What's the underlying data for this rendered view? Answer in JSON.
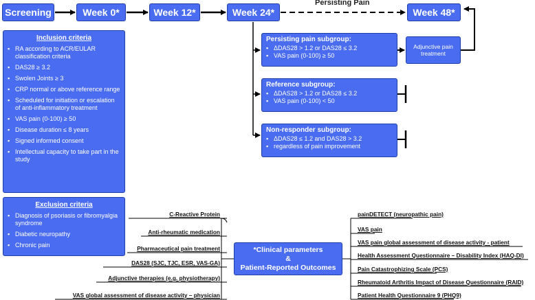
{
  "timeline": {
    "screening": "Screening",
    "week0": "Week 0*",
    "week12": "Week 12*",
    "week24": "Week 24*",
    "week48": "Week 48*",
    "persisting_label": "Persisting Pain"
  },
  "inclusion": {
    "title": "Inclusion criteria",
    "items": [
      "RA according to ACR/EULAR classification criteria",
      "DAS28 ≥ 3.2",
      "Swolen Joints ≥ 3",
      "CRP normal or above reference range",
      "Scheduled for initiation or escalation of anti-inflammatory treatment",
      "VAS pain (0-100) ≥ 50",
      "Disease duration ≤ 8 years",
      "Signed informed consent",
      "Intellectual capacity to take part in the study"
    ]
  },
  "exclusion": {
    "title": "Exclusion criteria",
    "items": [
      "Diagnosis of psoriasis or fibromyalgia syndrome",
      "Diabetic neuropathy",
      "Chronic pain"
    ]
  },
  "subgroups": [
    {
      "title": "Persisting pain subgroup:",
      "items": [
        "ΔDAS28 > 1.2 or DAS28 ≤ 3.2",
        "VAS pain (0-100) ≥ 50"
      ]
    },
    {
      "title": "Reference subgroup:",
      "items": [
        "ΔDAS28 > 1.2 or DAS28 ≤ 3.2",
        "VAS pain (0-100) < 50"
      ]
    },
    {
      "title": "Non-responder subgroup:",
      "items": [
        "ΔDAS28 ≤ 1.2 and DAS28 > 3.2",
        "regardless of pain improvement"
      ]
    }
  ],
  "adjunctive": "Adjunctive pain treatment",
  "center": {
    "line1": "*Clinical parameters",
    "line2": "&",
    "line3": "Patient-Reported Outcomes"
  },
  "left_params": [
    "C-Reactive Protein",
    "Anti-rheumatic medication",
    "Pharmaceutical pain treatment",
    "DAS28 (SJC, TJC, ESR, VAS-GA)",
    "Adjunctive therapies (e.g. physiotherapy)",
    "VAS global assessment of disease activity – physician"
  ],
  "right_params": [
    "painDETECT (neuropathic pain)",
    "VAS pain",
    "VAS pain global assessment of disease activity - patient",
    "Health Assessment Questionnaire – Disability Index (HAQ-DI)",
    "Pain Catastrophizing Scale (PCS)",
    "Rheumatoid Arthritis Impact of Disease Questionnaire (RAID)",
    "Patient Health Questionnaire 9 (PHQ9)"
  ],
  "colors": {
    "box_fill": "#4a6cf0",
    "box_border": "#1f3fa8",
    "line": "#000000"
  }
}
